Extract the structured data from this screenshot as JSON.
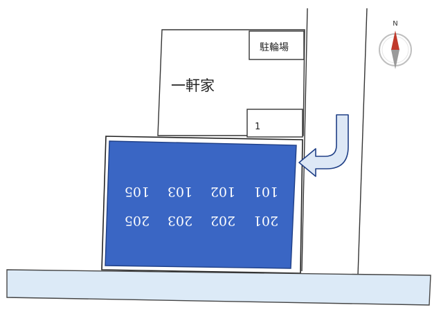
{
  "map": {
    "house_label": "一軒家",
    "bicycle_parking_label": "駐輪場",
    "parking_label": "1",
    "compass": {
      "north_label": "N",
      "icon": "compass-icon",
      "needle_color": "#c0392b"
    },
    "building": {
      "fill_color": "#3a66c4",
      "orientation": "upside-down",
      "floor_rows": [
        [
          "105",
          "103",
          "102",
          "101"
        ],
        [
          "205",
          "203",
          "202",
          "201"
        ]
      ]
    },
    "entrance_arrow": {
      "icon": "entrance-arrow-icon",
      "fill_color": "#dde8f6"
    },
    "road": {
      "fill_color": "#dceaf7"
    }
  }
}
